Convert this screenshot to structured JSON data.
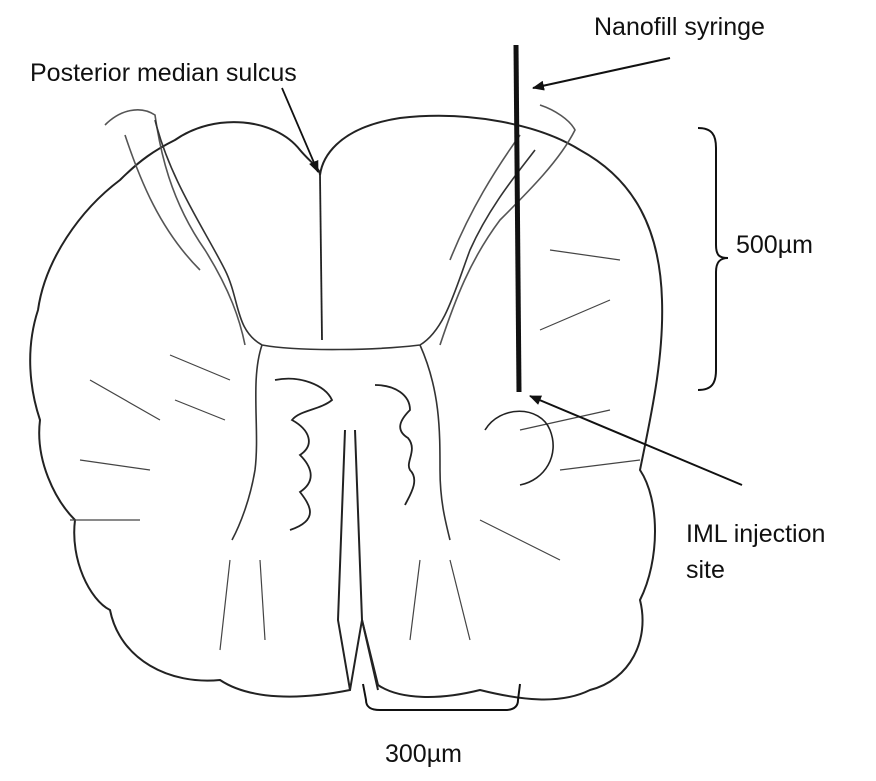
{
  "labels": {
    "nanofill_syringe": "Nanofill syringe",
    "posterior_median_sulcus": "Posterior median sulcus",
    "scale_vertical": "500µm",
    "iml_line1": "IML injection",
    "iml_line2": "site",
    "scale_horizontal": "300µm"
  },
  "colors": {
    "ink": "#111111",
    "stroke": "#222222",
    "tract": "#555555",
    "background": "#ffffff"
  }
}
